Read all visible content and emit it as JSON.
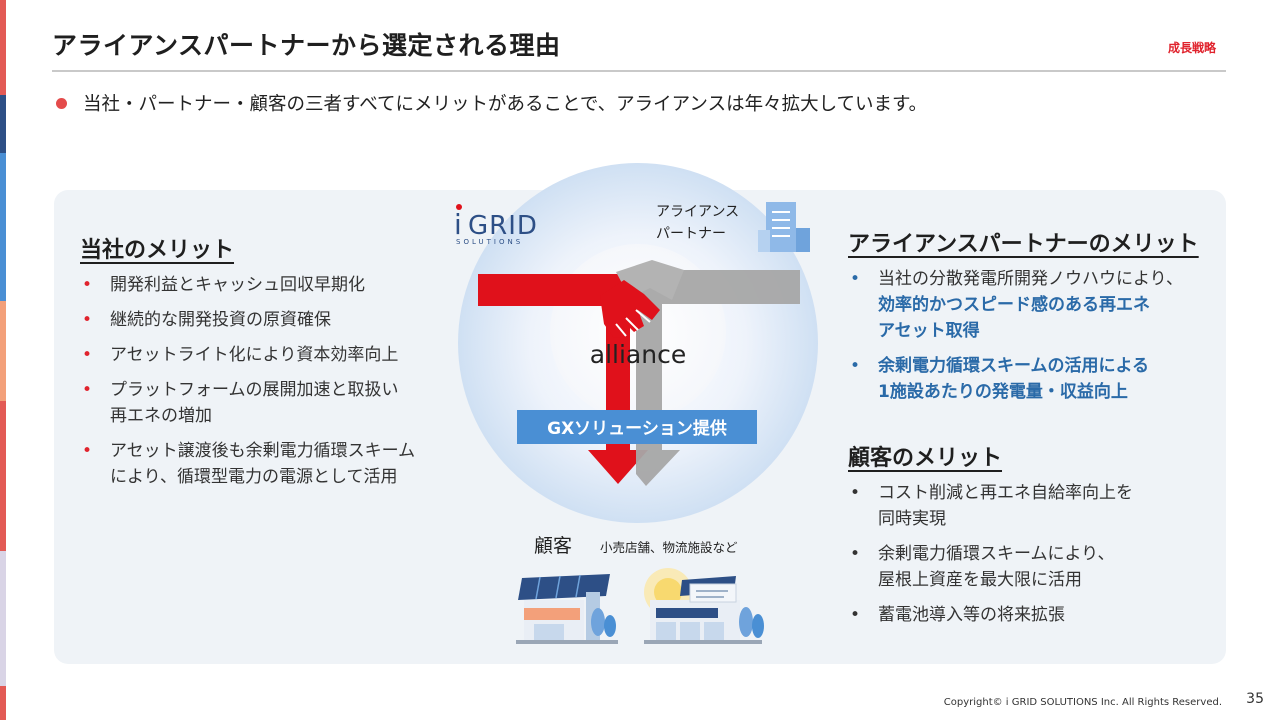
{
  "header": {
    "title": "アライアンスパートナーから選定される理由",
    "tag": "成長戦略"
  },
  "lead": "当社・パートナー・顧客の三者すべてにメリットがあることで、アライアンスは年々拡大しています。",
  "left": {
    "heading": "当社のメリット",
    "items": [
      [
        "開発利益とキャッシュ回収早期化"
      ],
      [
        "継続的な開発投資の原資確保"
      ],
      [
        "アセットライト化により資本効率向上"
      ],
      [
        "プラットフォームの展開加速と取扱い",
        "再エネの増加"
      ],
      [
        "アセット譲渡後も余剰電力循環スキーム",
        "により、循環型電力の電源として活用"
      ]
    ]
  },
  "partner": {
    "heading": "アライアンスパートナーのメリット",
    "item1_line1": "当社の分散発電所開発ノウハウにより、",
    "item1_line2": "効率的かつスピード感のある再エネ",
    "item1_line3": "アセット取得",
    "item2_line1": "余剰電力循環スキームの活用による",
    "item2_line2": "1施設あたりの発電量・収益向上"
  },
  "customer": {
    "heading": "顧客のメリット",
    "items": [
      [
        "コスト削減と再エネ自給率向上を",
        "同時実現"
      ],
      [
        "余剰電力循環スキームにより、",
        "屋根上資産を最大限に活用"
      ],
      [
        "蓄電池導入等の将来拡張"
      ]
    ]
  },
  "diagram": {
    "logo_main": "GRID",
    "logo_i": "i",
    "logo_sub": "SOLUTIONS",
    "partner_line1": "アライアンス",
    "partner_line2": "パートナー",
    "center": "alliance",
    "gx": "GXソリューション提供",
    "customer": "顧客",
    "customer_note": "小売店舗、物流施設など",
    "colors": {
      "red": "#e0111b",
      "gray": "#a6a6a6",
      "blue": "#4a8fd4"
    }
  },
  "footer": {
    "copyright": "Copyright© i GRID SOLUTIONS Inc. All Rights Reserved.",
    "page": "35"
  }
}
